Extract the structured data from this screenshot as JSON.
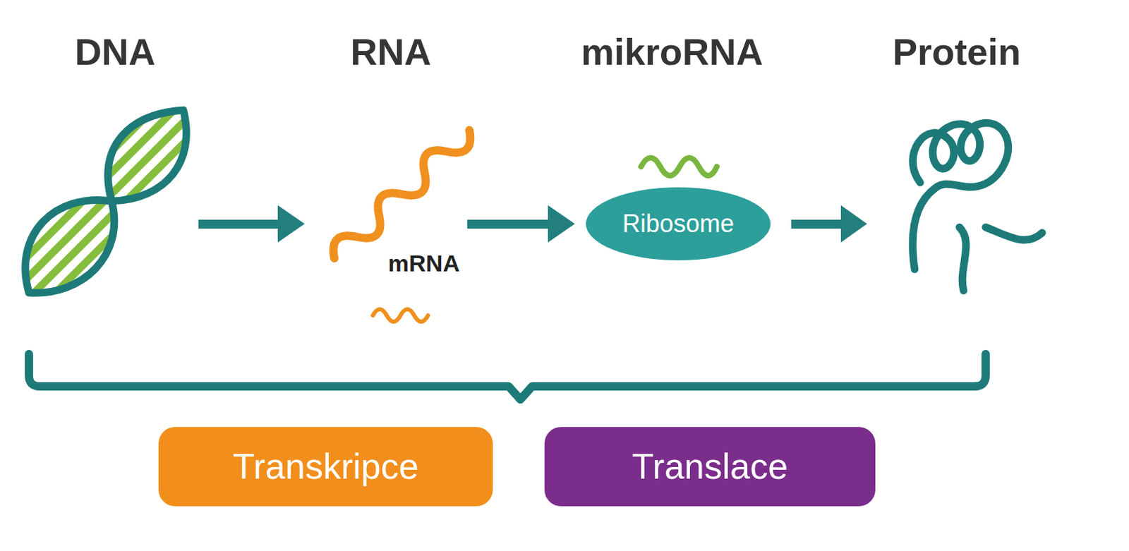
{
  "diagram": {
    "nodes": [
      {
        "text": [
          "Ribosome"
        ]
      },
      {
        "text": [
          "Transkripce"
        ]
      },
      {
        "text": [
          "Translace"
        ]
      }
    ],
    "labels": [
      "DNA",
      "RNA",
      "mikroRNA",
      "Protein",
      "mRNA"
    ]
  }
}
